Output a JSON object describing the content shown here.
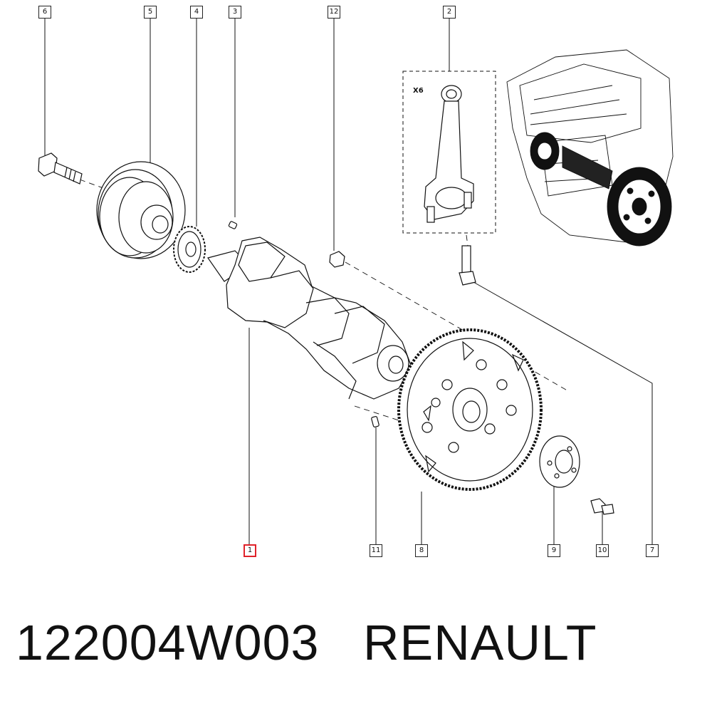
{
  "diagram": {
    "callouts": [
      {
        "id": "6",
        "selected": false
      },
      {
        "id": "5",
        "selected": false
      },
      {
        "id": "4",
        "selected": false
      },
      {
        "id": "3",
        "selected": false
      },
      {
        "id": "12",
        "selected": false
      },
      {
        "id": "2",
        "selected": false
      },
      {
        "id": "1",
        "selected": true
      },
      {
        "id": "11",
        "selected": false
      },
      {
        "id": "8",
        "selected": false
      },
      {
        "id": "9",
        "selected": false
      },
      {
        "id": "10",
        "selected": false
      },
      {
        "id": "7",
        "selected": false
      }
    ],
    "inset_qty_label": "X6",
    "highlight_color": "#e0222a"
  },
  "footer": {
    "part_number": "122004W003",
    "brand": "RENAULT"
  }
}
